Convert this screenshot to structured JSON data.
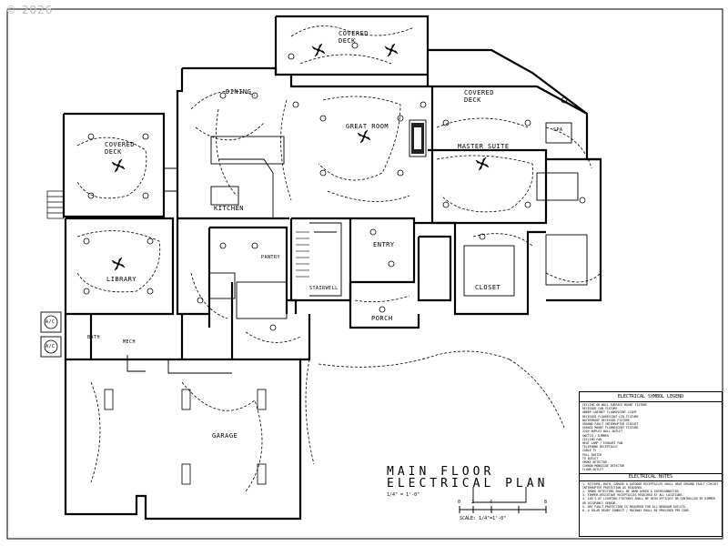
{
  "copyright": "© 2026",
  "rooms": {
    "covered_deck_top": "COVERED\nDECK",
    "covered_deck_left": "COVERED\nDECK",
    "covered_deck_right": "COVERED\nDECK",
    "dining": "DINING",
    "great_room": "GREAT ROOM",
    "kitchen": "KITCHEN",
    "master_suite": "MASTER SUITE",
    "library": "LIBRARY",
    "entry": "ENTRY",
    "closet": "CLOSET",
    "stairwell": "STAIRWELL",
    "porch": "PORCH",
    "garage": "GARAGE",
    "pantry": "PANTRY",
    "spa": "SPA",
    "mech": "MECH",
    "bath": "BATH",
    "ac1": "A/C",
    "ac2": "A/C"
  },
  "title": {
    "line1": "MAIN FLOOR",
    "line2": "ELECTRICAL PLAN",
    "scale_note": "1/4\" = 1'-0\"",
    "scale_label": "SCALE: 1/4\"=1'-0\"",
    "scale_ticks": [
      "0",
      "2",
      "4",
      "8"
    ]
  },
  "legend": {
    "title": "ELECTRICAL SYMBOL LEGEND",
    "items": [
      "CEILING OR WALL SURFACE MOUNT FIXTURE",
      "RECESSED CAN FIXTURE",
      "UNDER CABINET FLUORESCENT LIGHT",
      "RECESSED FLUORESCENT LED FIXTURE",
      "WATERPROOF RECESSED FIXTURE",
      "GROUND FAULT INTERRUPTER CIRCUIT",
      "GARAGE MOUNT FLUORESCENT FIXTURE",
      "220V DUPLEX WALL OUTLET",
      "SWITCH / DIMMER",
      "CEILING FAN",
      "HEAT LAMP / EXHAUST FAN",
      "TELEPHONE RECEPTACLE",
      "CABLE TV",
      "PULL SWITCH",
      "TV OUTLET",
      "SMOKE DETECTOR",
      "CARBON MONOXIDE DETECTOR",
      "FLOOR OUTLET"
    ],
    "notes_title": "ELECTRICAL NOTES",
    "notes": [
      "1. KITCHEN, BATH, GARAGE & OUTDOOR RECEPTACLES SHALL HAVE GROUND FAULT CIRCUIT INTERRUPTER PROTECTION AS REQUIRED.",
      "2. SMOKE DETECTORS SHALL BE HARD WIRED & INTERCONNECTED.",
      "3. TAMPER-RESISTANT RECEPTACLES REQUIRED AT ALL LOCATIONS.",
      "4. 100 % OF LIGHTING FIXTURES SHALL BE HIGH EFFICACY OR CONTROLLED BY DIMMER OR OCCUPANCY SENSOR.",
      "5. ARC FAULT PROTECTION IS REQUIRED FOR ALL BEDROOM OUTLETS.",
      "6. A SOLAR READY CONDUIT / RACEWAY SHALL BE PROVIDED PER CODE."
    ]
  }
}
